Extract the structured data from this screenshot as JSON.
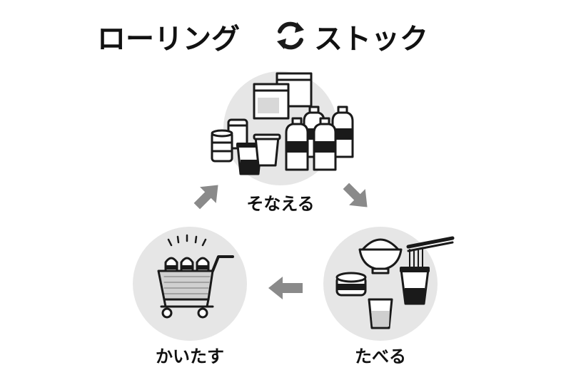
{
  "title": {
    "before": "ローリング",
    "after": "ストック",
    "cycle_icon": "rolling-cycle-icon"
  },
  "stages": [
    {
      "label": "そなえる",
      "illustration": "stock-items-icon"
    },
    {
      "label": "たべる",
      "illustration": "meal-icon"
    },
    {
      "label": "かいたす",
      "illustration": "shopping-cart-icon"
    }
  ],
  "arrows": [
    {
      "from": "かいたす",
      "to": "そなえる",
      "direction": "up-right"
    },
    {
      "from": "そなえる",
      "to": "たべる",
      "direction": "down-right"
    },
    {
      "from": "たべる",
      "to": "かいたす",
      "direction": "left"
    }
  ],
  "colors": {
    "circle": "#e6e6e6",
    "arrow": "#8a8a8a",
    "ink": "#1a1a1a"
  }
}
